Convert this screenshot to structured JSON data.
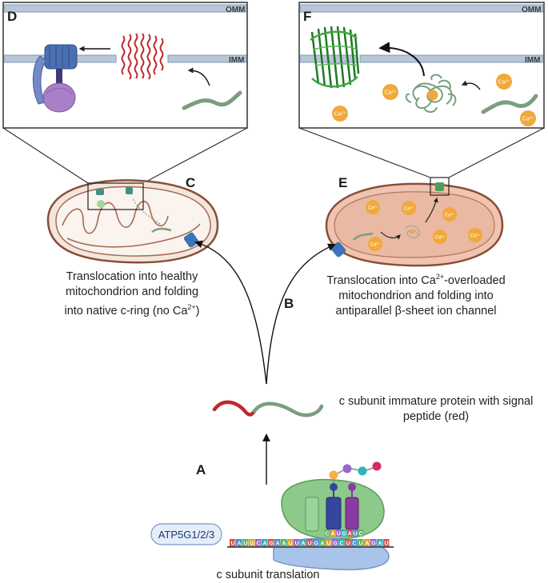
{
  "panels": {
    "A": "A",
    "B": "B",
    "C": "C",
    "D": "D",
    "E": "E",
    "F": "F"
  },
  "membranes": {
    "outer": "OMM",
    "inner": "IMM"
  },
  "captions": {
    "healthy_line1": "Translocation into healthy",
    "healthy_line2": "mitochondrion and folding",
    "healthy_line3_pre": "into native c-ring (no Ca",
    "healthy_line3_sup": "2+",
    "healthy_line3_post": ")",
    "overload_line1_pre": "Translocation into Ca",
    "overload_line1_sup": "2+",
    "overload_line1_post": "-overloaded",
    "overload_line2": "mitochondrion and folding into",
    "overload_line3": "antiparallel β-sheet ion channel",
    "immature_line1": "c subunit immature protein with signal",
    "immature_line2": "peptide (red)",
    "translation": "c subunit translation"
  },
  "gene_label": "ATP5G1/2/3",
  "ion_label": "Ca²⁺",
  "mrna_sequence": "UAUGCAGAAUUAUGAUGCUCUAGAU",
  "codon_top": "CAUGAUC",
  "colors": {
    "signal_peptide": "#c0282c",
    "mature_peptide": "#7a9e7e",
    "mito_fill_healthy": "#f3e6dd",
    "mito_fill_overload": "#efc4b0",
    "mito_outline": "#8a4e36",
    "calcium": "#f0a93a",
    "membrane": "#9fb4cc",
    "ribosome": "#8cc98a"
  }
}
